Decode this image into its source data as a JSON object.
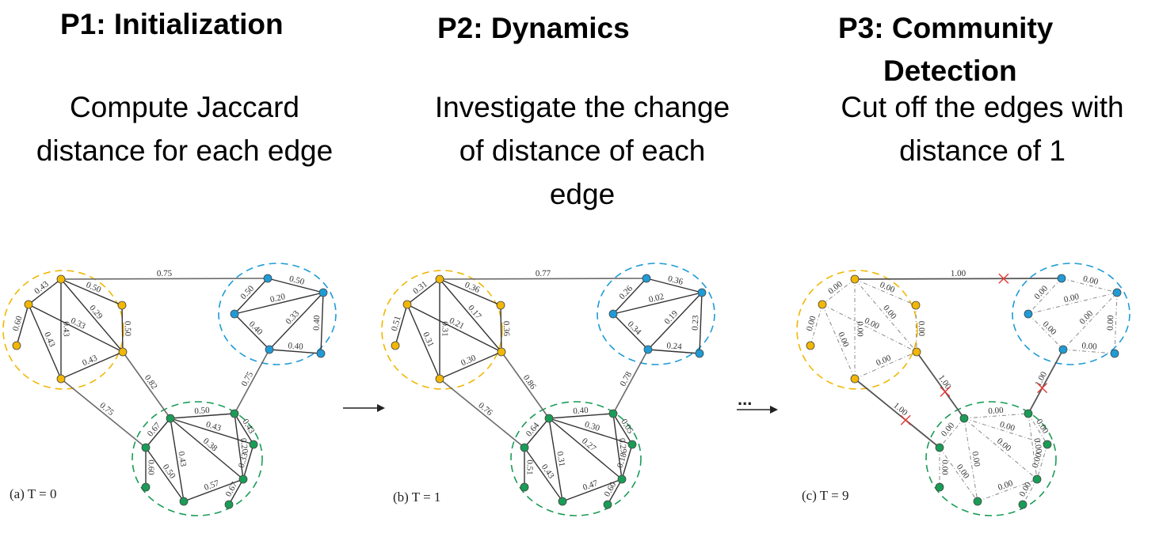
{
  "colors": {
    "yellow": "#f2b705",
    "blue": "#1f9bd6",
    "green": "#1a9c57",
    "cut": "#e53935",
    "edge": "#555555"
  },
  "phases": [
    {
      "title_lines": [
        "P1: Initialization"
      ],
      "desc_lines": [
        "Compute Jaccard",
        "distance for each edge"
      ],
      "panel_label": "(a)  T = 0",
      "bridges": [
        "0.75",
        "0.82",
        "0.75",
        "0.75"
      ],
      "edges": {
        "yellow": [
          "0.43",
          "0.60",
          "0.33",
          "0.43",
          "0.50",
          "0.50",
          "0.29",
          "0.43",
          "0.43"
        ],
        "blue": [
          "0.50",
          "0.40",
          "0.20",
          "0.50",
          "0.33",
          "0.40",
          "0.40"
        ],
        "green": [
          "0.50",
          "0.67",
          "0.60",
          "0.50",
          "0.43",
          "0.38",
          "0.43",
          "0.20",
          "0.43",
          "0.33",
          "0.57",
          "0.67"
        ]
      }
    },
    {
      "title_lines": [
        "P2: Dynamics"
      ],
      "desc_lines": [
        "Investigate the change",
        "of distance of each",
        "edge"
      ],
      "panel_label": "(b)  T = 1",
      "bridges": [
        "0.77",
        "0.86",
        "0.76",
        "0.78"
      ],
      "edges": {
        "yellow": [
          "0.31",
          "0.51",
          "0.21",
          "0.31",
          "0.36",
          "0.36",
          "0.17",
          "0.31",
          "0.30"
        ],
        "blue": [
          "0.36",
          "0.23",
          "0.02",
          "0.26",
          "0.19",
          "0.34",
          "0.24"
        ],
        "green": [
          "0.40",
          "0.64",
          "0.51",
          "0.43",
          "0.31",
          "0.27",
          "0.30",
          "0.29",
          "0.05",
          "0.18",
          "0.47",
          "0.60"
        ]
      }
    },
    {
      "title_lines": [
        "P3: Community",
        "Detection"
      ],
      "desc_lines": [
        "Cut off the edges with",
        "distance of 1"
      ],
      "panel_label": "(c)  T = 9",
      "arrow_marker": "...",
      "bridges": [
        "1.00",
        "1.00",
        "1.00",
        "1.00"
      ],
      "edges": {
        "yellow": [
          "0.00",
          "0.00",
          "0.00",
          "0.00",
          "0.00",
          "0.00",
          "0.00",
          "0.00",
          "0.00"
        ],
        "blue": [
          "0.00",
          "0.00",
          "0.00",
          "0.00",
          "0.00",
          "0.00",
          "0.00"
        ],
        "green": [
          "0.00",
          "0.00",
          "0.00",
          "0.00",
          "0.00",
          "0.00",
          "0.00",
          "0.00",
          "0.00",
          "0.00",
          "0.00",
          "0.00"
        ]
      }
    }
  ]
}
